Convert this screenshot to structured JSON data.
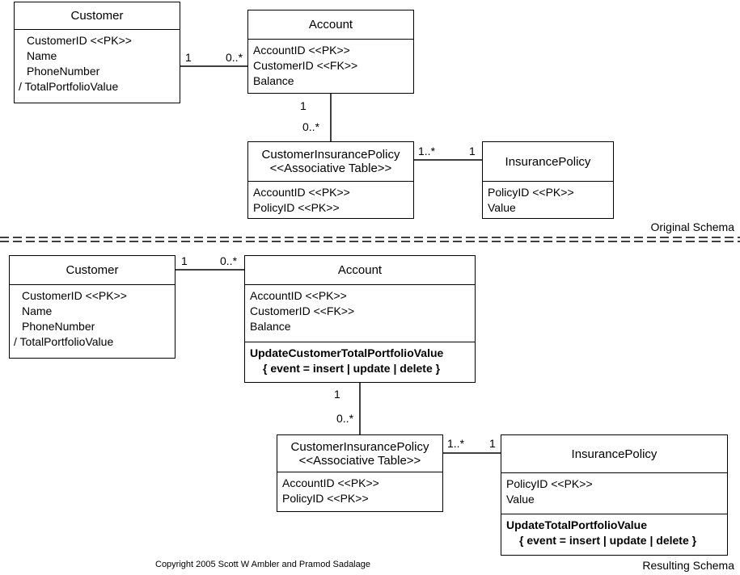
{
  "original": {
    "customer": {
      "title": "Customer",
      "attributes": [
        "CustomerID <<PK>>",
        "Name",
        "PhoneNumber"
      ],
      "derived": "/ TotalPortfolioValue"
    },
    "account": {
      "title": "Account",
      "attributes": [
        "AccountID <<PK>>",
        "CustomerID <<FK>>",
        "Balance"
      ]
    },
    "cip": {
      "title": "CustomerInsurancePolicy",
      "stereotype": "<<Associative Table>>",
      "attributes": [
        "AccountID <<PK>>",
        "PolicyID <<PK>>"
      ]
    },
    "policy": {
      "title": "InsurancePolicy",
      "attributes": [
        "PolicyID <<PK>>",
        "Value"
      ]
    },
    "multiplicities": {
      "cust_acc_1": "1",
      "cust_acc_many": "0..*",
      "acc_cip_1": "1",
      "acc_cip_many": "0..*",
      "cip_pol_many": "1..*",
      "cip_pol_1": "1"
    },
    "caption": "Original Schema"
  },
  "resulting": {
    "customer": {
      "title": "Customer",
      "attributes": [
        "CustomerID <<PK>>",
        "Name",
        "PhoneNumber"
      ],
      "derived": "/ TotalPortfolioValue"
    },
    "account": {
      "title": "Account",
      "attributes": [
        "AccountID <<PK>>",
        "CustomerID <<FK>>",
        "Balance"
      ],
      "trigger_name": "UpdateCustomerTotalPortfolioValue",
      "trigger_event": "{ event = insert | update | delete }"
    },
    "cip": {
      "title": "CustomerInsurancePolicy",
      "stereotype": "<<Associative Table>>",
      "attributes": [
        "AccountID <<PK>>",
        "PolicyID <<PK>>"
      ]
    },
    "policy": {
      "title": "InsurancePolicy",
      "attributes": [
        "PolicyID <<PK>>",
        "Value"
      ],
      "trigger_name": "UpdateTotalPortfolioValue",
      "trigger_event": "{ event = insert | update | delete }"
    },
    "multiplicities": {
      "cust_acc_1": "1",
      "cust_acc_many": "0..*",
      "acc_cip_1": "1",
      "acc_cip_many": "0..*",
      "cip_pol_many": "1..*",
      "cip_pol_1": "1"
    },
    "caption": "Resulting Schema"
  },
  "copyright": "Copyright 2005 Scott W Ambler and Pramod Sadalage"
}
